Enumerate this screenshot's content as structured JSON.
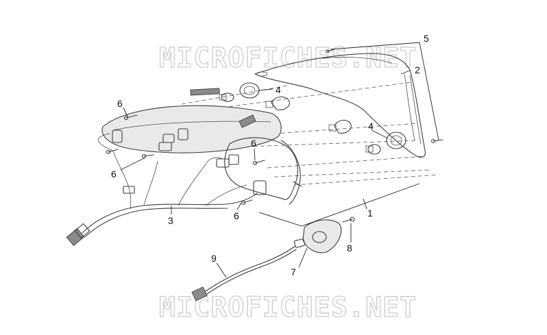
{
  "watermark": {
    "text": "MICROFICHES.NET"
  },
  "callouts": {
    "c1": "1",
    "c2": "2",
    "c3": "3",
    "c4a": "4",
    "c4b": "4",
    "c5": "5",
    "c6a": "6",
    "c6b": "6",
    "c6c": "6",
    "c6d": "6",
    "c7": "7",
    "c8": "8",
    "c9": "9"
  }
}
